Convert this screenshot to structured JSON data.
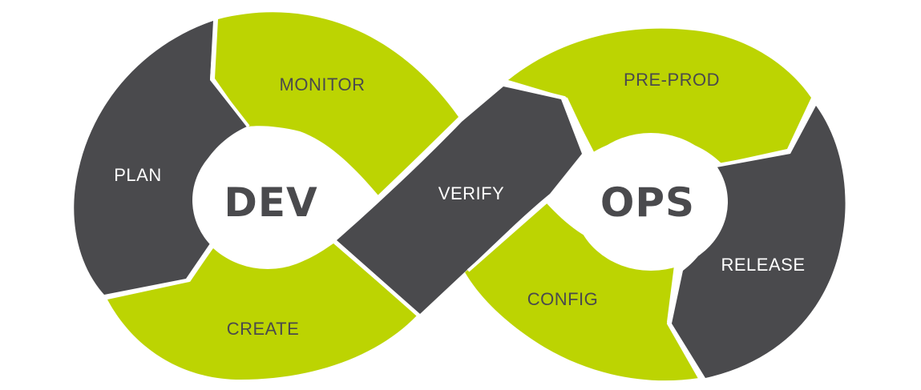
{
  "colors": {
    "green": "#bcd402",
    "dark": "#4a4a4d",
    "hub": "#ffffff",
    "hub_text": "#4a4a4d",
    "label_on_green": "#4a4a4d",
    "label_on_dark": "#ffffff"
  },
  "hubs": {
    "dev": "DEV",
    "ops": "OPS"
  },
  "segments": {
    "plan": "PLAN",
    "monitor": "MONITOR",
    "create": "CREATE",
    "verify": "VERIFY",
    "pre_prod": "PRE-PROD",
    "release": "RELEASE",
    "config": "CONFIG"
  }
}
